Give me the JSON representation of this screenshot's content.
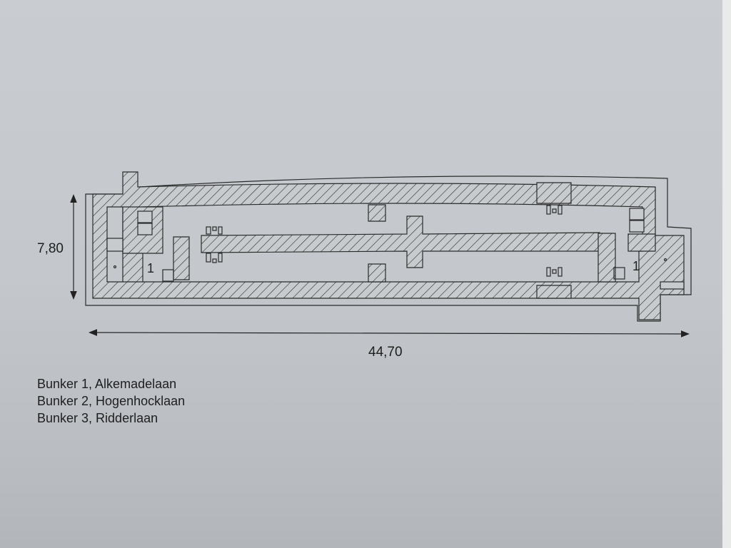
{
  "plan": {
    "height_label": "7,80",
    "width_label": "44,70",
    "room_left": "1",
    "room_right": "1"
  },
  "legend": [
    "Bunker 1, Alkemadelaan",
    "Bunker 2, Hogenhocklaan",
    "Bunker 3, Ridderlaan"
  ],
  "colors": {
    "line": "#2a2a2a",
    "paper": "#c6cacd"
  }
}
